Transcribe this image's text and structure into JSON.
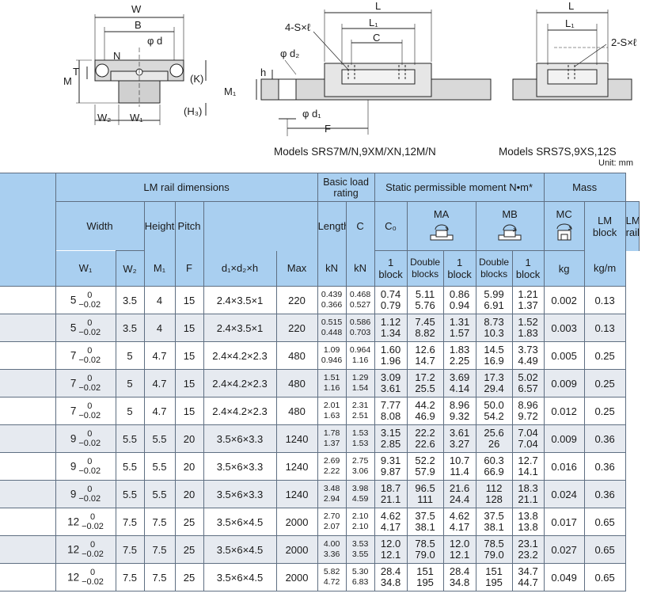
{
  "drawing": {
    "labels": {
      "W": "W",
      "B": "B",
      "phi_d": "φ d",
      "N": "N",
      "M": "M",
      "T": "T",
      "K": "(K)",
      "H3": "(H₃)",
      "W2": "W₂",
      "W1": "W₁",
      "holes": "4-S×ℓ",
      "L": "L",
      "L1": "L₁",
      "C": "C",
      "phi_d2": "φ d₂",
      "h": "h",
      "M1": "M₁",
      "phi_d1": "φ d₁",
      "F": "F",
      "L_b": "L",
      "L1_b": "L₁",
      "holes2": "2-S×ℓ"
    },
    "caption_left": "Models SRS7M/N,9XM/XN,12M/N",
    "caption_right": "Models SRS7S,9XS,12S",
    "unit": "Unit: mm"
  },
  "table": {
    "header": {
      "lm_rail_dimensions": "LM rail dimensions",
      "basic_load_rating": "Basic load rating",
      "static_moment": "Static permissible moment N•m*",
      "mass": "Mass",
      "width": "Width",
      "height": "Height",
      "pitch": "Pitch",
      "length": "Length*",
      "C": "C",
      "C0": "C₀",
      "MA": "MA",
      "MB": "MB",
      "MC": "MC",
      "lm_block": "LM block",
      "lm_rail": "LM rail",
      "W1": "W₁",
      "W2": "W₂",
      "M1": "M₁",
      "F": "F",
      "dxdxh": "d₁×d₂×h",
      "max": "Max",
      "kN1": "kN",
      "kN2": "kN",
      "one_block_1": "1 block",
      "double_blocks_1": "Double blocks",
      "one_block_2": "1 block",
      "double_blocks_2": "Double blocks",
      "one_block_3": "1 block",
      "kg": "kg",
      "kg_m": "kg/m"
    },
    "rows": [
      {
        "w1": "5",
        "tol_up": "0",
        "tol_dn": "−0.02",
        "w2": "3.5",
        "m1": "4",
        "f": "15",
        "dims": "2.4×3.5×1",
        "len": "220",
        "c": [
          "0.439",
          "0.366"
        ],
        "c0": [
          "0.468",
          "0.527"
        ],
        "ma1": [
          "0.74",
          "0.79"
        ],
        "ma2": [
          "5.11",
          "5.76"
        ],
        "mb1": [
          "0.86",
          "0.94"
        ],
        "mb2": [
          "5.99",
          "6.91"
        ],
        "mc": [
          "1.21",
          "1.37"
        ],
        "block": "0.002",
        "rail": "0.13"
      },
      {
        "w1": "5",
        "tol_up": "0",
        "tol_dn": "−0.02",
        "w2": "3.5",
        "m1": "4",
        "f": "15",
        "dims": "2.4×3.5×1",
        "len": "220",
        "c": [
          "0.515",
          "0.448"
        ],
        "c0": [
          "0.586",
          "0.703"
        ],
        "ma1": [
          "1.12",
          "1.34"
        ],
        "ma2": [
          "7.45",
          "8.82"
        ],
        "mb1": [
          "1.31",
          "1.57"
        ],
        "mb2": [
          "8.73",
          "10.3"
        ],
        "mc": [
          "1.52",
          "1.83"
        ],
        "block": "0.003",
        "rail": "0.13"
      },
      {
        "w1": "7",
        "tol_up": "0",
        "tol_dn": "−0.02",
        "w2": "5",
        "m1": "4.7",
        "f": "15",
        "dims": "2.4×4.2×2.3",
        "len": "480",
        "c": [
          "1.09",
          "0.946"
        ],
        "c0": [
          "0.964",
          "1.16"
        ],
        "ma1": [
          "1.60",
          "1.96"
        ],
        "ma2": [
          "12.6",
          "14.7"
        ],
        "mb1": [
          "1.83",
          "2.25"
        ],
        "mb2": [
          "14.5",
          "16.9"
        ],
        "mc": [
          "3.73",
          "4.49"
        ],
        "block": "0.005",
        "rail": "0.25"
      },
      {
        "w1": "7",
        "tol_up": "0",
        "tol_dn": "−0.02",
        "w2": "5",
        "m1": "4.7",
        "f": "15",
        "dims": "2.4×4.2×2.3",
        "len": "480",
        "c": [
          "1.51",
          "1.16"
        ],
        "c0": [
          "1.29",
          "1.54"
        ],
        "ma1": [
          "3.09",
          "3.61"
        ],
        "ma2": [
          "17.2",
          "25.5"
        ],
        "mb1": [
          "3.69",
          "4.14"
        ],
        "mb2": [
          "17.3",
          "29.4"
        ],
        "mc": [
          "5.02",
          "6.57"
        ],
        "block": "0.009",
        "rail": "0.25"
      },
      {
        "w1": "7",
        "tol_up": "0",
        "tol_dn": "−0.02",
        "w2": "5",
        "m1": "4.7",
        "f": "15",
        "dims": "2.4×4.2×2.3",
        "len": "480",
        "c": [
          "2.01",
          "1.63"
        ],
        "c0": [
          "2.31",
          "2.51"
        ],
        "ma1": [
          "7.77",
          "8.08"
        ],
        "ma2": [
          "44.2",
          "46.9"
        ],
        "mb1": [
          "8.96",
          "9.32"
        ],
        "mb2": [
          "50.0",
          "54.2"
        ],
        "mc": [
          "8.96",
          "9.72"
        ],
        "block": "0.012",
        "rail": "0.25"
      },
      {
        "w1": "9",
        "tol_up": "0",
        "tol_dn": "−0.02",
        "w2": "5.5",
        "m1": "5.5",
        "f": "20",
        "dims": "3.5×6×3.3",
        "len": "1240",
        "c": [
          "1.78",
          "1.37"
        ],
        "c0": [
          "1.53",
          "1.53"
        ],
        "ma1": [
          "3.15",
          "2.85"
        ],
        "ma2": [
          "22.2",
          "22.6"
        ],
        "mb1": [
          "3.61",
          "3.27"
        ],
        "mb2": [
          "25.6",
          "26"
        ],
        "mc": [
          "7.04",
          "7.04"
        ],
        "block": "0.009",
        "rail": "0.36"
      },
      {
        "w1": "9",
        "tol_up": "0",
        "tol_dn": "−0.02",
        "w2": "5.5",
        "m1": "5.5",
        "f": "20",
        "dims": "3.5×6×3.3",
        "len": "1240",
        "c": [
          "2.69",
          "2.22"
        ],
        "c0": [
          "2.75",
          "3.06"
        ],
        "ma1": [
          "9.31",
          "9.87"
        ],
        "ma2": [
          "52.2",
          "57.9"
        ],
        "mb1": [
          "10.7",
          "11.4"
        ],
        "mb2": [
          "60.3",
          "66.9"
        ],
        "mc": [
          "12.7",
          "14.1"
        ],
        "block": "0.016",
        "rail": "0.36"
      },
      {
        "w1": "9",
        "tol_up": "0",
        "tol_dn": "−0.02",
        "w2": "5.5",
        "m1": "5.5",
        "f": "20",
        "dims": "3.5×6×3.3",
        "len": "1240",
        "c": [
          "3.48",
          "2.94"
        ],
        "c0": [
          "3.98",
          "4.59"
        ],
        "ma1": [
          "18.7",
          "21.1"
        ],
        "ma2": [
          "96.5",
          "111"
        ],
        "mb1": [
          "21.6",
          "24.4"
        ],
        "mb2": [
          "112",
          "128"
        ],
        "mc": [
          "18.3",
          "21.1"
        ],
        "block": "0.024",
        "rail": "0.36"
      },
      {
        "w1": "12",
        "tol_up": "0",
        "tol_dn": "−0.02",
        "w2": "7.5",
        "m1": "7.5",
        "f": "25",
        "dims": "3.5×6×4.5",
        "len": "2000",
        "c": [
          "2.70",
          "2.07"
        ],
        "c0": [
          "2.10",
          "2.10"
        ],
        "ma1": [
          "4.62",
          "4.17"
        ],
        "ma2": [
          "37.5",
          "38.1"
        ],
        "mb1": [
          "4.62",
          "4.17"
        ],
        "mb2": [
          "37.5",
          "38.1"
        ],
        "mc": [
          "13.8",
          "13.8"
        ],
        "block": "0.017",
        "rail": "0.65"
      },
      {
        "w1": "12",
        "tol_up": "0",
        "tol_dn": "−0.02",
        "w2": "7.5",
        "m1": "7.5",
        "f": "25",
        "dims": "3.5×6×4.5",
        "len": "2000",
        "c": [
          "4.00",
          "3.36"
        ],
        "c0": [
          "3.53",
          "3.55"
        ],
        "ma1": [
          "12.0",
          "12.1"
        ],
        "ma2": [
          "78.5",
          "79.0"
        ],
        "mb1": [
          "12.0",
          "12.1"
        ],
        "mb2": [
          "78.5",
          "79.0"
        ],
        "mc": [
          "23.1",
          "23.2"
        ],
        "block": "0.027",
        "rail": "0.65"
      },
      {
        "w1": "12",
        "tol_up": "0",
        "tol_dn": "−0.02",
        "w2": "7.5",
        "m1": "7.5",
        "f": "25",
        "dims": "3.5×6×4.5",
        "len": "2000",
        "c": [
          "5.82",
          "4.72"
        ],
        "c0": [
          "5.30",
          "6.83"
        ],
        "ma1": [
          "28.4",
          "34.8"
        ],
        "ma2": [
          "151",
          "195"
        ],
        "mb1": [
          "28.4",
          "34.8"
        ],
        "mb2": [
          "151",
          "195"
        ],
        "mc": [
          "34.7",
          "44.7"
        ],
        "block": "0.049",
        "rail": "0.65"
      }
    ]
  },
  "colors": {
    "header_bg": "#a9cff0",
    "alt_row_bg": "#e6eaf0",
    "border": "#5f6f82"
  }
}
